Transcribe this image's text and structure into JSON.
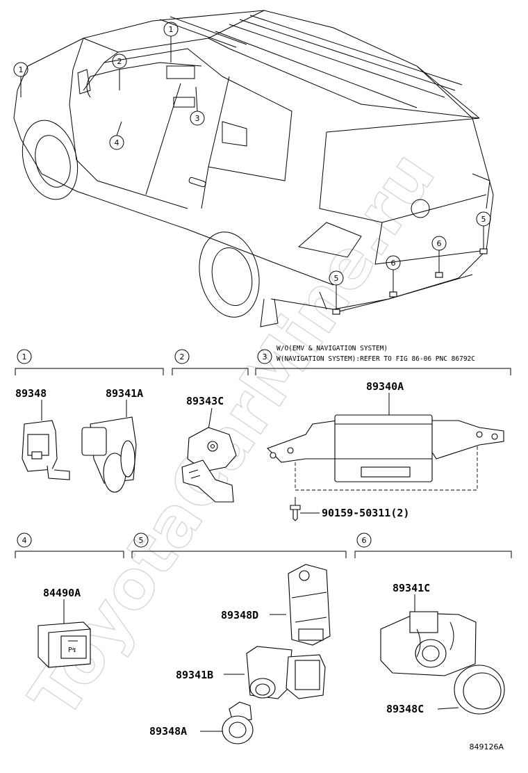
{
  "watermark": "ToyotaCarMine.ru",
  "vehicle_callouts": [
    "1",
    "2",
    "3",
    "4",
    "1",
    "5",
    "6",
    "6",
    "5"
  ],
  "sections": [
    {
      "number": "1",
      "parts": [
        "89348",
        "89341A"
      ]
    },
    {
      "number": "2",
      "parts": [
        "89343C"
      ]
    },
    {
      "number": "3",
      "notes": [
        "W/O(EMV & NAVIGATION SYSTEM)",
        "W(NAVIGATION SYSTEM):REFER TO FIG 86-06 PNC 86792C"
      ],
      "parts": [
        "89340A",
        "90159-50311(2)"
      ]
    },
    {
      "number": "4",
      "parts": [
        "84490A"
      ]
    },
    {
      "number": "5",
      "parts": [
        "89348D",
        "89341B",
        "89348A"
      ]
    },
    {
      "number": "6",
      "parts": [
        "89341C",
        "89348C"
      ]
    }
  ],
  "figure_id": "849126A"
}
